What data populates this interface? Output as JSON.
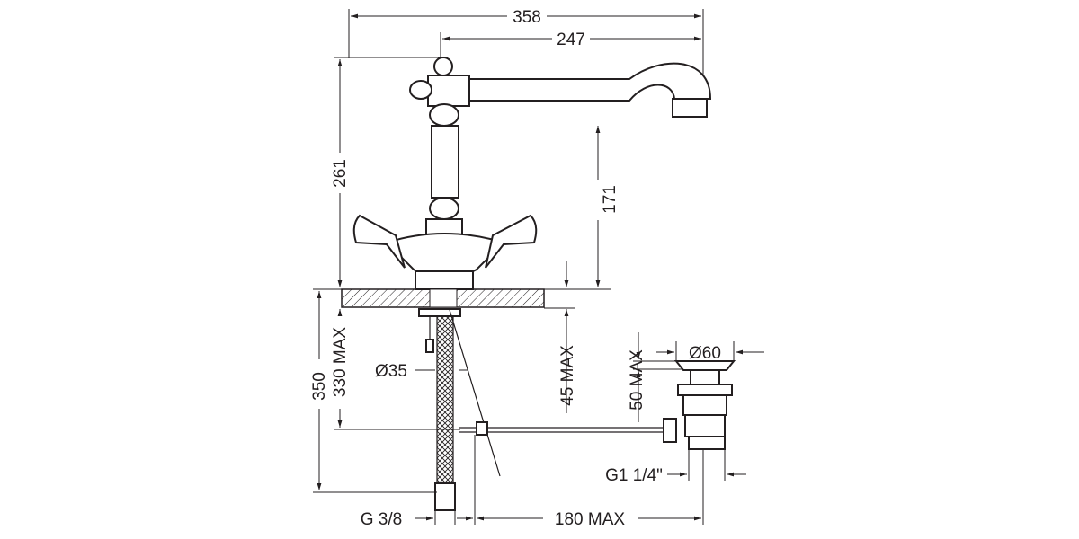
{
  "drawing": {
    "dimensions": {
      "overall_width": "358",
      "spout_reach": "247",
      "overall_height": "261",
      "spout_height": "171",
      "hose_length": "350",
      "max_counter_thickness_below": "330 MAX",
      "hole_diameter": "Ø35",
      "deck_thickness": "45 MAX",
      "basin_thickness": "50 MAX",
      "waste_diameter": "Ø60",
      "waste_thread": "G1 1/4\"",
      "hose_thread": "G 3/8",
      "rod_reach": "180 MAX"
    }
  }
}
